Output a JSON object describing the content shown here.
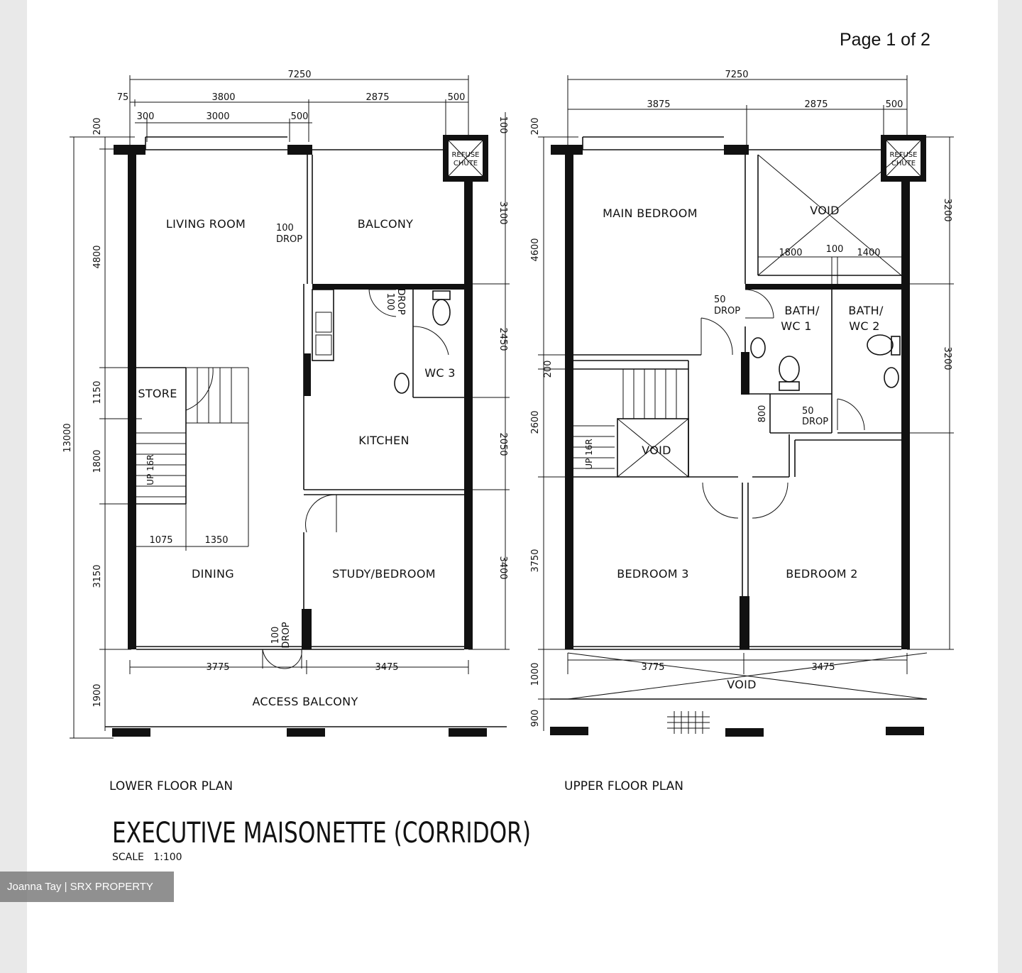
{
  "page_label": "Page 1 of 2",
  "watermark": "Joanna Tay | SRX PROPERTY",
  "title": "EXECUTIVE MAISONETTE (CORRIDOR)",
  "scale": "SCALE   1:100",
  "lower": {
    "caption": "LOWER FLOOR PLAN",
    "rooms": {
      "living": "LIVING ROOM",
      "balcony": "BALCONY",
      "kitchen": "KITCHEN",
      "wc3": "WC 3",
      "store": "STORE",
      "dining": "DINING",
      "study": "STUDY/BEDROOM",
      "access": "ACCESS BALCONY",
      "refuse_a": "REFUSE",
      "refuse_b": "CHUTE",
      "stair": "UP 16R"
    },
    "drops": {
      "d1_num": "100",
      "d1_txt": "DROP",
      "d2_num": "100",
      "d2_txt": "DROP",
      "d3_num": "100",
      "d3_txt": "DROP"
    },
    "dims": {
      "total_w": "7250",
      "w1": "75",
      "w2": "3800",
      "w3": "2875",
      "w4": "500",
      "w5": "300",
      "w6": "3000",
      "w7": "500",
      "b1": "3775",
      "b2": "3475",
      "s1": "1075",
      "s2": "1350",
      "total_h": "13000",
      "h1": "200",
      "h2": "4800",
      "h3": "1150",
      "h4": "1800",
      "h5": "3150",
      "h6": "1900",
      "r1": "100",
      "r2": "3100",
      "r3": "2450",
      "r4": "2050",
      "r5": "3400"
    }
  },
  "upper": {
    "caption": "UPPER FLOOR PLAN",
    "rooms": {
      "main_bed": "MAIN BEDROOM",
      "void1": "VOID",
      "bath1_a": "BATH/",
      "bath1_b": "WC 1",
      "bath2_a": "BATH/",
      "bath2_b": "WC 2",
      "void2": "VOID",
      "bed3": "BEDROOM 3",
      "bed2": "BEDROOM 2",
      "void3": "VOID",
      "refuse_a": "REFUSE",
      "refuse_b": "CHUTE",
      "stair": "UP 16R"
    },
    "drops": {
      "d1_num": "50",
      "d1_txt": "DROP",
      "d2_num": "50",
      "d2_txt": "DROP"
    },
    "dims": {
      "total_w": "7250",
      "w1": "3875",
      "w2": "2875",
      "w3": "500",
      "v1": "1800",
      "v2": "100",
      "v3": "1400",
      "b1": "3775",
      "b2": "3475",
      "h1": "200",
      "h2": "4600",
      "h3": "200",
      "h4": "2600",
      "h5": "3750",
      "h6": "1000",
      "h7": "900",
      "r1": "3200",
      "r2": "3200",
      "c1": "800"
    }
  }
}
